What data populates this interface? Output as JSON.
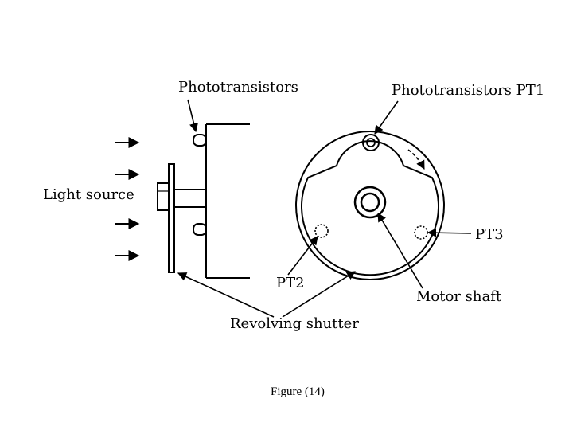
{
  "figure": {
    "caption": "Figure (14)",
    "labels": {
      "phototransistors": "Phototransistors",
      "phototransistors_pt1": "Phototransistors PT1",
      "light_source": "Light source",
      "pt3": "PT3",
      "pt2": "PT2",
      "motor_shaft": "Motor shaft",
      "revolving_shutter": "Revolving shutter"
    }
  },
  "colors": {
    "ink": "#000000",
    "background": "#ffffff"
  }
}
